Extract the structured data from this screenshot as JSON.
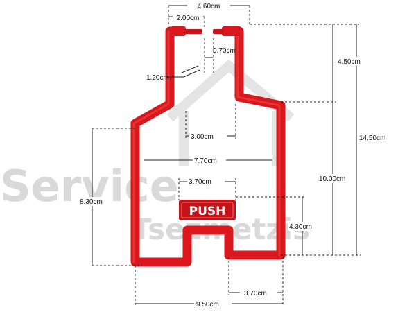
{
  "watermark": {
    "line1": "Service",
    "line2": "Tsezmetzis"
  },
  "badge": {
    "text": "PUSH"
  },
  "dimensions": {
    "top_width": "4.60cm",
    "top_gap": "2.00cm",
    "pin_depth": "0.70cm",
    "pin_length": "1.20cm",
    "neck_height": "4.50cm",
    "total_height": "14.50cm",
    "neck_width": "3.00cm",
    "body_width": "7.70cm",
    "body_height": "10.00cm",
    "push_width": "3.70cm",
    "left_height": "8.30cm",
    "notch_height": "4.30cm",
    "leg_width": "3.70cm",
    "total_width": "9.50cm"
  },
  "colors": {
    "handle": "#d9171c",
    "badge_bg": "#c4141a",
    "text": "#111111"
  }
}
